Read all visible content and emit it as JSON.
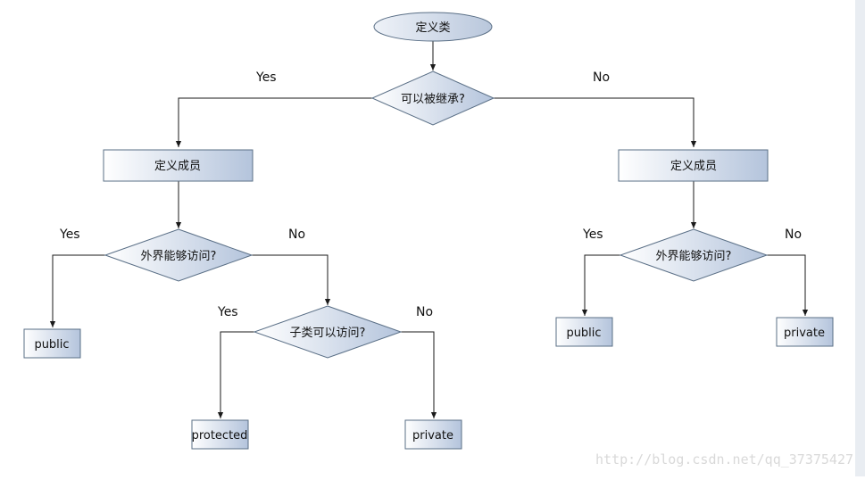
{
  "flowchart": {
    "nodes": {
      "start": "定义类",
      "q_inherit": "可以被继承?",
      "members_left": "定义成员",
      "members_right": "定义成员",
      "q_outside_left": "外界能够访问?",
      "q_outside_right": "外界能够访问?",
      "q_subclass": "子类可以访问?",
      "public_left": "public",
      "public_right": "public",
      "protected": "protected",
      "private_mid": "private",
      "private_right": "private"
    },
    "edge_labels": {
      "inherit_yes": "Yes",
      "inherit_no": "No",
      "outside_left_yes": "Yes",
      "outside_left_no": "No",
      "subclass_yes": "Yes",
      "subclass_no": "No",
      "outside_right_yes": "Yes",
      "outside_right_no": "No"
    }
  },
  "watermark": "http://blog.csdn.net/qq_37375427",
  "colors": {
    "node_fill_light": "#ffffff",
    "node_fill_dark": "#b4c4dc",
    "node_border": "#5a6f86",
    "edge": "#1a1a1a",
    "side_strip": "#e9edf2"
  }
}
